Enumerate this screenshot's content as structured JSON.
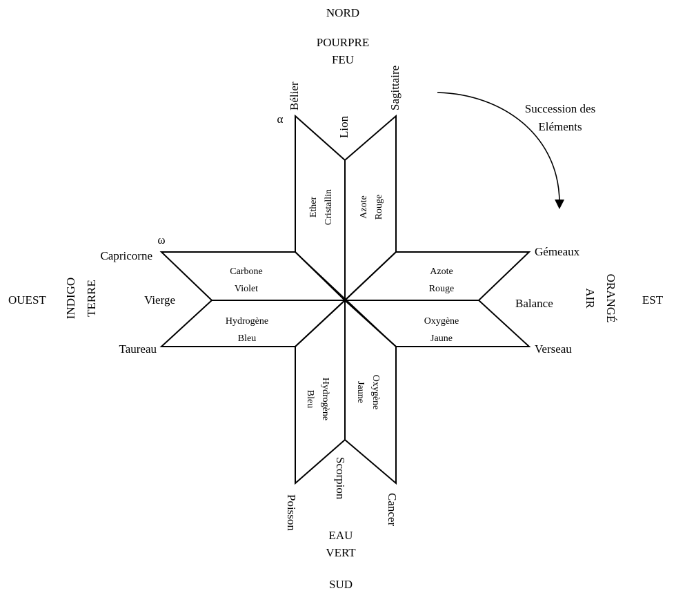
{
  "directions": {
    "north": "NORD",
    "south": "SUD",
    "east": "EST",
    "west": "OUEST"
  },
  "quadrants": {
    "north": {
      "color": "POURPRE",
      "element": "FEU"
    },
    "south": {
      "element": "EAU",
      "color": "VERT"
    },
    "east": {
      "color": "ORANGÉ",
      "element": "AIR"
    },
    "west": {
      "color": "INDIGO",
      "element": "TERRE"
    }
  },
  "signs": {
    "belier": "Bélier",
    "lion": "Lion",
    "sagittaire": "Sagittaire",
    "capricorne": "Capricorne",
    "vierge": "Vierge",
    "taureau": "Taureau",
    "gemeaux": "Gémeaux",
    "balance": "Balance",
    "verseau": "Verseau",
    "poisson": "Poisson",
    "scorpion": "Scorpion",
    "cancer": "Cancer"
  },
  "markers": {
    "alpha": "α",
    "omega": "ω"
  },
  "succession": {
    "line1": "Succession des",
    "line2": "Eléments"
  },
  "cells": {
    "north_left": {
      "line1": "Ether",
      "line2": "Cristallin"
    },
    "north_right": {
      "line1": "Azote",
      "line2": "Rouge"
    },
    "west_top": {
      "line1": "Carbone",
      "line2": "Violet"
    },
    "west_bottom": {
      "line1": "Hydrogène",
      "line2": "Bleu"
    },
    "east_top": {
      "line1": "Azote",
      "line2": "Rouge"
    },
    "east_bottom": {
      "line1": "Oxygène",
      "line2": "Jaune"
    },
    "south_left": {
      "line1": "Hydrogène",
      "line2": "Bleu"
    },
    "south_right": {
      "line1": "Oxygène",
      "line2": "Jaune"
    }
  }
}
